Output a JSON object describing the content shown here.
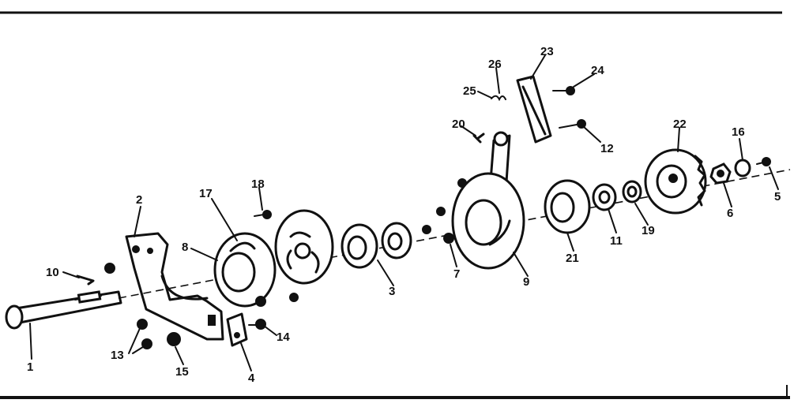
{
  "callouts": [
    {
      "id": "1",
      "text": "1"
    },
    {
      "id": "2",
      "text": "2"
    },
    {
      "id": "3",
      "text": "3"
    },
    {
      "id": "4",
      "text": "4"
    },
    {
      "id": "5",
      "text": "5"
    },
    {
      "id": "6",
      "text": "6"
    },
    {
      "id": "7",
      "text": "7"
    },
    {
      "id": "8",
      "text": "8"
    },
    {
      "id": "9",
      "text": "9"
    },
    {
      "id": "10",
      "text": "10"
    },
    {
      "id": "11",
      "text": "11"
    },
    {
      "id": "12",
      "text": "12"
    },
    {
      "id": "13",
      "text": "13"
    },
    {
      "id": "14",
      "text": "14"
    },
    {
      "id": "15",
      "text": "15"
    },
    {
      "id": "16",
      "text": "16"
    },
    {
      "id": "17",
      "text": "17"
    },
    {
      "id": "18",
      "text": "18"
    },
    {
      "id": "19",
      "text": "19"
    },
    {
      "id": "20",
      "text": "20"
    },
    {
      "id": "21",
      "text": "21"
    },
    {
      "id": "22",
      "text": "22"
    },
    {
      "id": "23",
      "text": "23"
    },
    {
      "id": "24",
      "text": "24"
    },
    {
      "id": "25",
      "text": "25"
    },
    {
      "id": "26",
      "text": "26"
    }
  ],
  "colors": {
    "ink": "#111111",
    "paper": "#ffffff"
  }
}
